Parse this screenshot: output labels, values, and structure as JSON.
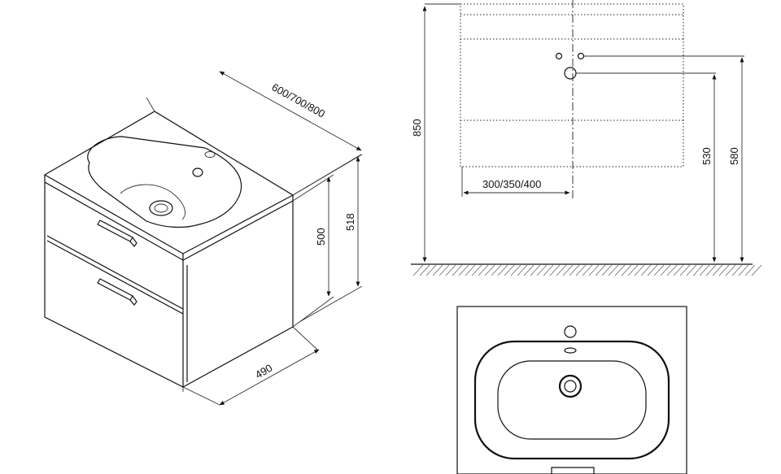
{
  "dimensions": {
    "width_options": "600/700/800",
    "depth": "490",
    "cabinet_height": "500",
    "total_height": "518",
    "mount_height": "850",
    "drain_height": "530",
    "tap_height": "580",
    "drain_offset": "300/350/400"
  },
  "colors": {
    "line": "#111111",
    "hatch": "#666666",
    "background": "#ffffff"
  }
}
